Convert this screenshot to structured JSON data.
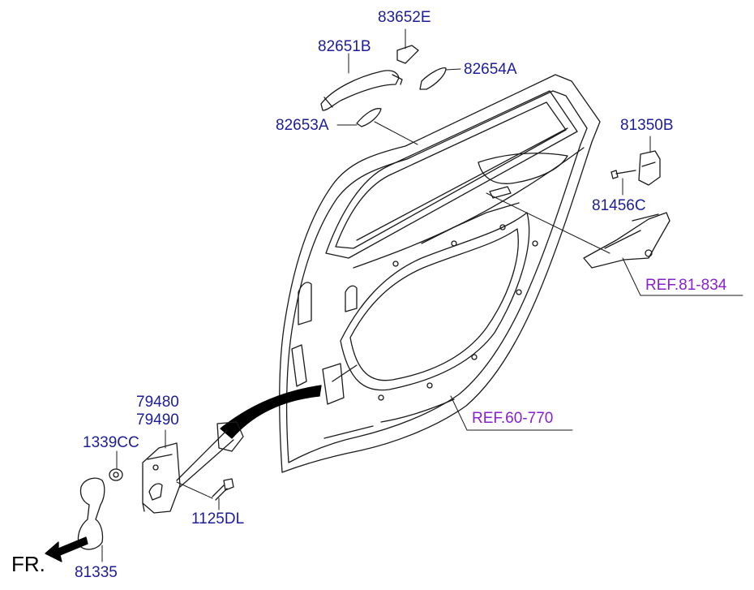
{
  "diagram": {
    "parts": {
      "p83652E": "83652E",
      "p82651B": "82651B",
      "p82654A": "82654A",
      "p82653A": "82653A",
      "p81350B": "81350B",
      "p81456C": "81456C",
      "p79480": "79480",
      "p79490": "79490",
      "p1339CC": "1339CC",
      "p1125DL": "1125DL",
      "p81335": "81335"
    },
    "refs": {
      "r81834": "REF.81-834",
      "r60770": "REF.60-770"
    },
    "direction": "FR.",
    "colors": {
      "label": "#1d1d9a",
      "ref_label": "#8a1fd0",
      "line": "#1a1a1a"
    }
  }
}
